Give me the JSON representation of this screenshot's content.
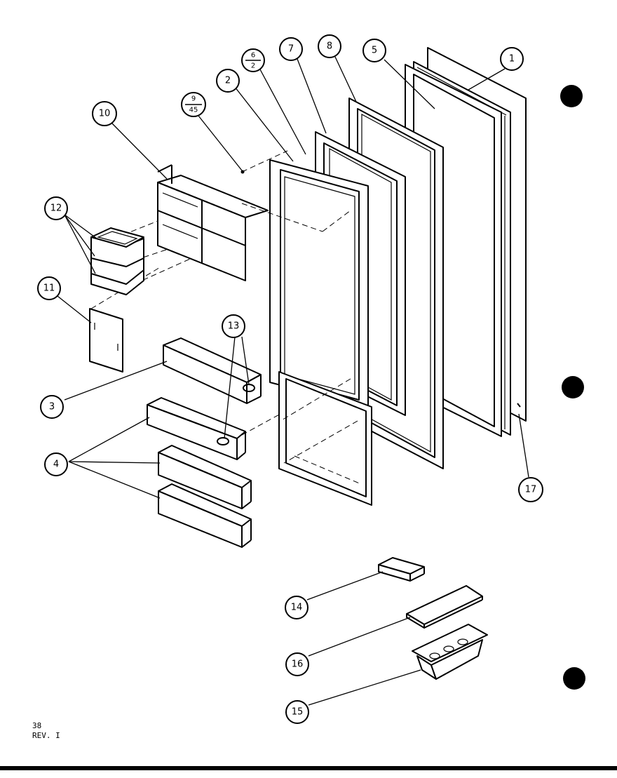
{
  "callouts": {
    "c1": "1",
    "c2": "2",
    "c3": "3",
    "c4": "4",
    "c5": "5",
    "c7": "7",
    "c8": "8",
    "c10": "10",
    "c11": "11",
    "c12": "12",
    "c13": "13",
    "c14": "14",
    "c15": "15",
    "c16": "16",
    "c17": "17"
  },
  "fraction_callouts": {
    "f6_top": "6",
    "f6_bottom": "2",
    "f9_top": "9",
    "f9_bottom": "45"
  },
  "footer": {
    "page": "38",
    "revision": "REV. I"
  }
}
